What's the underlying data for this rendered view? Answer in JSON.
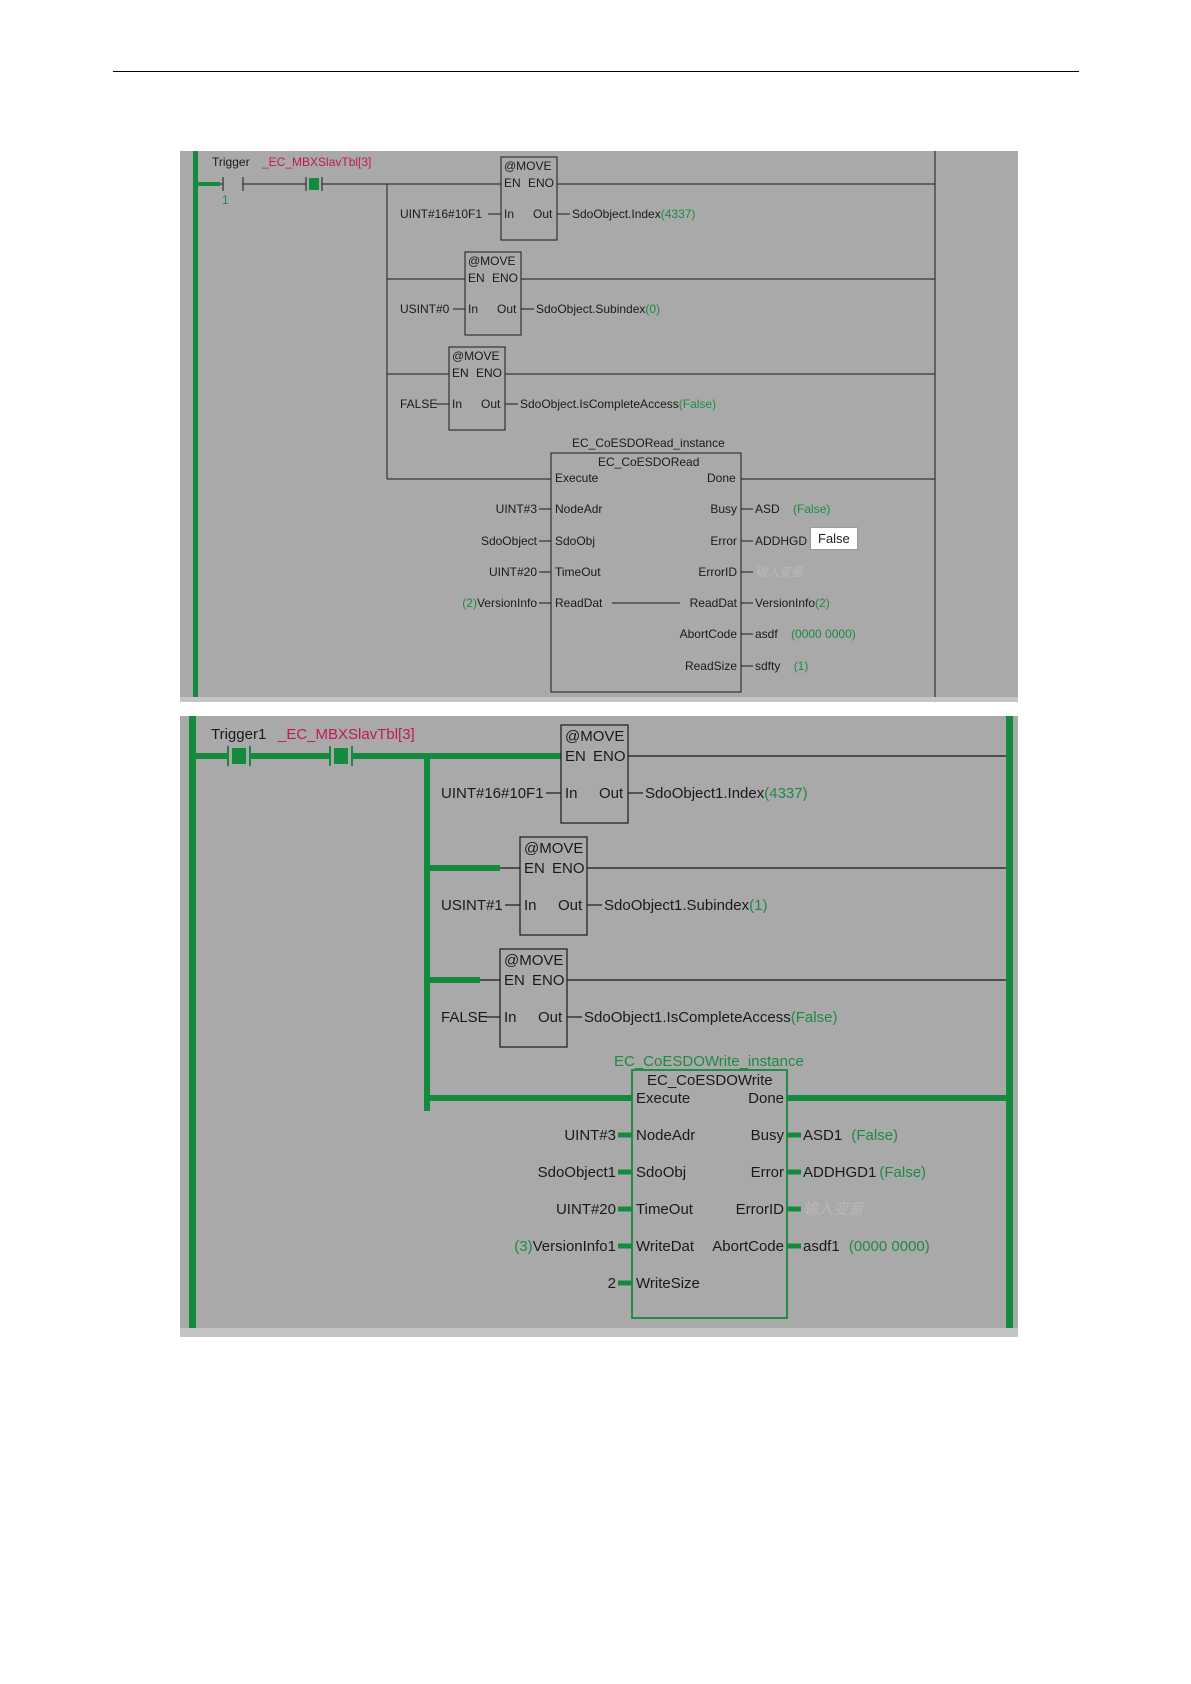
{
  "rung1": {
    "contacts": {
      "trigger": "Trigger",
      "trigger_state": "1",
      "slave_tbl": "_EC_MBXSlavTbl[3]"
    },
    "move_blocks": [
      {
        "title": "@MOVE",
        "en": "EN",
        "eno": "ENO",
        "in": "In",
        "out": "Out",
        "input": "UINT#16#10F1",
        "output": "SdoObject.Index",
        "value": "(4337)"
      },
      {
        "title": "@MOVE",
        "en": "EN",
        "eno": "ENO",
        "in": "In",
        "out": "Out",
        "input": "USINT#0",
        "output": "SdoObject.Subindex",
        "value": "(0)"
      },
      {
        "title": "@MOVE",
        "en": "EN",
        "eno": "ENO",
        "in": "In",
        "out": "Out",
        "input": "FALSE",
        "output": "SdoObject.IsCompleteAccess",
        "value": "(False)"
      }
    ],
    "fb": {
      "instance": "EC_CoESDORead_instance",
      "type": "EC_CoESDORead",
      "execute": "Execute",
      "done": "Done",
      "inputs": [
        {
          "pin": "NodeAdr",
          "arg": "UINT#3"
        },
        {
          "pin": "SdoObj",
          "arg": "SdoObject"
        },
        {
          "pin": "TimeOut",
          "arg": "UINT#20"
        },
        {
          "pin": "ReadDat",
          "arg": "VersionInfo",
          "value": "(2)"
        }
      ],
      "outputs": [
        {
          "pin": "Busy",
          "arg": "ASD",
          "value": "(False)"
        },
        {
          "pin": "Error",
          "arg": "ADDHGD"
        },
        {
          "pin": "ErrorID",
          "arg": "输入变量"
        },
        {
          "pin": "ReadDat",
          "arg": "VersionInfo",
          "value": "(2)"
        },
        {
          "pin": "AbortCode",
          "arg": "asdf",
          "value": "(0000 0000)"
        },
        {
          "pin": "ReadSize",
          "arg": "sdfty",
          "value": "(1)"
        }
      ],
      "tooltip": "False"
    }
  },
  "rung2": {
    "contacts": {
      "trigger": "Trigger1",
      "slave_tbl": "_EC_MBXSlavTbl[3]"
    },
    "move_blocks": [
      {
        "title": "@MOVE",
        "en": "EN",
        "eno": "ENO",
        "in": "In",
        "out": "Out",
        "input": "UINT#16#10F1",
        "output": "SdoObject1.Index",
        "value": "(4337)"
      },
      {
        "title": "@MOVE",
        "en": "EN",
        "eno": "ENO",
        "in": "In",
        "out": "Out",
        "input": "USINT#1",
        "output": "SdoObject1.Subindex",
        "value": "(1)"
      },
      {
        "title": "@MOVE",
        "en": "EN",
        "eno": "ENO",
        "in": "In",
        "out": "Out",
        "input": "FALSE",
        "output": "SdoObject1.IsCompleteAccess",
        "value": "(False)"
      }
    ],
    "fb": {
      "instance": "EC_CoESDOWrite_instance",
      "type": "EC_CoESDOWrite",
      "execute": "Execute",
      "done": "Done",
      "inputs": [
        {
          "pin": "NodeAdr",
          "arg": "UINT#3"
        },
        {
          "pin": "SdoObj",
          "arg": "SdoObject1"
        },
        {
          "pin": "TimeOut",
          "arg": "UINT#20"
        },
        {
          "pin": "WriteDat",
          "arg": "VersionInfo1",
          "value": "(3)"
        },
        {
          "pin": "WriteSize",
          "arg": "2"
        }
      ],
      "outputs": [
        {
          "pin": "Busy",
          "arg": "ASD1",
          "value": "(False)"
        },
        {
          "pin": "Error",
          "arg": "ADDHGD1",
          "value": "(False)"
        },
        {
          "pin": "ErrorID",
          "arg": "输入变量"
        },
        {
          "pin": "AbortCode",
          "arg": "asdf1",
          "value": "(0000 0000)"
        }
      ]
    }
  },
  "colors": {
    "panel_bg": "#a9a9a9",
    "energized": "#138a3e",
    "wire": "#1a1a1a",
    "value": "#1f8a46",
    "variable": "#c2185b"
  }
}
